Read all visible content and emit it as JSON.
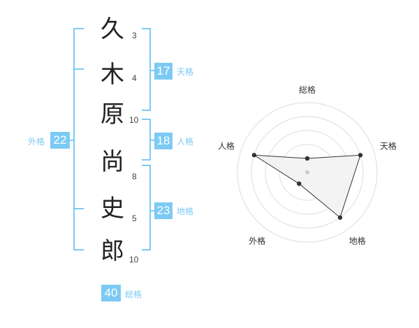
{
  "name": {
    "chars": [
      {
        "char": "久",
        "strokes": "3"
      },
      {
        "char": "木",
        "strokes": "4"
      },
      {
        "char": "原",
        "strokes": "10"
      },
      {
        "char": "尚",
        "strokes": "8"
      },
      {
        "char": "史",
        "strokes": "5"
      },
      {
        "char": "郎",
        "strokes": "10"
      }
    ]
  },
  "fortune": {
    "tenkaku": {
      "label": "天格",
      "value": "17"
    },
    "jinkaku": {
      "label": "人格",
      "value": "18"
    },
    "chikaku": {
      "label": "地格",
      "value": "23"
    },
    "gaikaku": {
      "label": "外格",
      "value": "22"
    },
    "soukaku": {
      "label": "総格",
      "value": "40"
    }
  },
  "chart_data": {
    "type": "radar",
    "axes": [
      "総格",
      "天格",
      "地格",
      "外格",
      "人格"
    ],
    "series": [
      {
        "values": [
          1,
          4,
          4,
          1,
          4
        ]
      }
    ],
    "range": [
      0,
      5
    ],
    "rings": 5
  },
  "colors": {
    "accent": "#7ccaf4",
    "polygon_fill": "#f2f2f2",
    "ring": "#dddddd",
    "line": "#333333"
  }
}
